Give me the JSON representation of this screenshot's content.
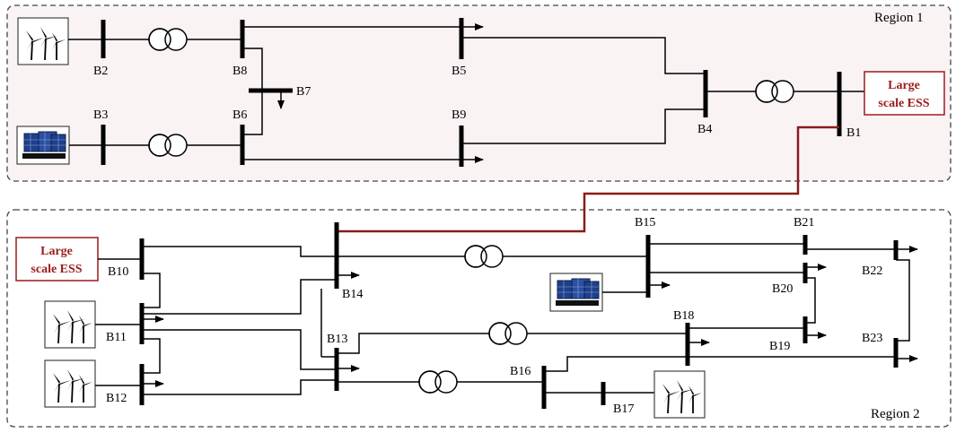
{
  "regions": {
    "region1_label": "Region 1",
    "region2_label": "Region 2",
    "region1_fill": "#faf3f4",
    "region2_fill": "#ffffff"
  },
  "buses": {
    "B1": "B1",
    "B2": "B2",
    "B3": "B3",
    "B4": "B4",
    "B5": "B5",
    "B6": "B6",
    "B7": "B7",
    "B8": "B8",
    "B9": "B9",
    "B10": "B10",
    "B11": "B11",
    "B12": "B12",
    "B13": "B13",
    "B14": "B14",
    "B15": "B15",
    "B16": "B16",
    "B17": "B17",
    "B18": "B18",
    "B19": "B19",
    "B20": "B20",
    "B21": "B21",
    "B22": "B22",
    "B23": "B23"
  },
  "ess": {
    "region1": {
      "line1": "Large",
      "line2": "scale ESS"
    },
    "region2": {
      "line1": "Large",
      "line2": "scale ESS"
    },
    "color": "#9b1c1c"
  },
  "generators": [
    {
      "type": "wind-turbine",
      "bus": "B2"
    },
    {
      "type": "solar-panel",
      "bus": "B3"
    },
    {
      "type": "wind-turbine",
      "bus": "B11"
    },
    {
      "type": "wind-turbine",
      "bus": "B12"
    },
    {
      "type": "solar-panel",
      "bus": "B15"
    },
    {
      "type": "wind-turbine",
      "bus": "B17"
    }
  ],
  "tie_line_color": "#8b1a1a"
}
